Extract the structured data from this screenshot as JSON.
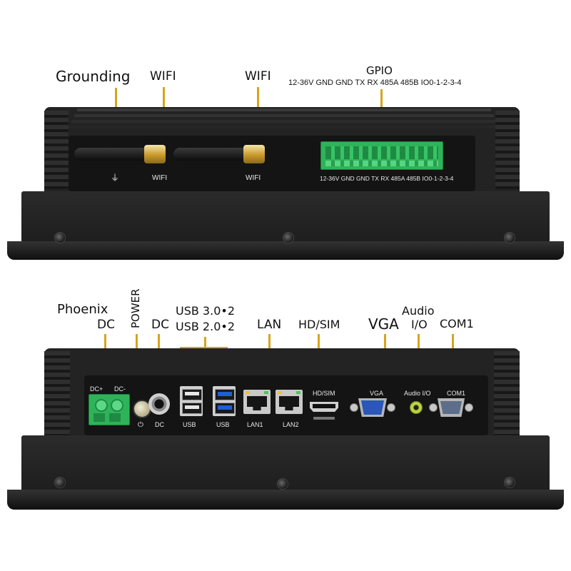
{
  "top_panel": {
    "callouts": {
      "grounding": "Grounding",
      "wifi_1": "WIFI",
      "wifi_2": "WIFI",
      "gpio": "GPIO",
      "gpio_pins": "12-36V GND GND TX RX 485A 485B IO0-1-2-3-4"
    },
    "silkscreen": {
      "ground_symbol": "⏚",
      "wifi_1": "WIFI",
      "wifi_2": "WIFI",
      "gpio_pins": "12-36V GND GND TX RX 485A 485B IO0-1-2-3-4"
    }
  },
  "bottom_panel": {
    "callouts": {
      "phoenix": "Phoenix",
      "phoenix_dc": "DC",
      "power": "POWER",
      "dc": "DC",
      "usb3": "USB 3.0•2",
      "usb2": "USB 2.0•2",
      "lan": "LAN",
      "hd_sim": "HD/SIM",
      "vga": "VGA",
      "audio": "Audio",
      "audio_io": "I/O",
      "com1": "COM1"
    },
    "silkscreen": {
      "dc_plus": "DC+",
      "dc_minus": "DC-",
      "power_symbol": "⏻",
      "dc": "DC",
      "usb_1": "USB",
      "usb_2": "USB",
      "lan1": "LAN1",
      "lan2": "LAN2",
      "hd_sim": "HD/SIM",
      "vga": "VGA",
      "audio_io": "Audio I/O",
      "com1": "COM1"
    }
  },
  "colors": {
    "leader": "#d6a51c",
    "case": "#2a2a2a",
    "faceplate": "#151515",
    "terminal_green": "#2fb35a",
    "usb3_blue": "#1f5fd1",
    "vga_blue": "#2a57b8",
    "audio_green": "#b8d43a"
  }
}
